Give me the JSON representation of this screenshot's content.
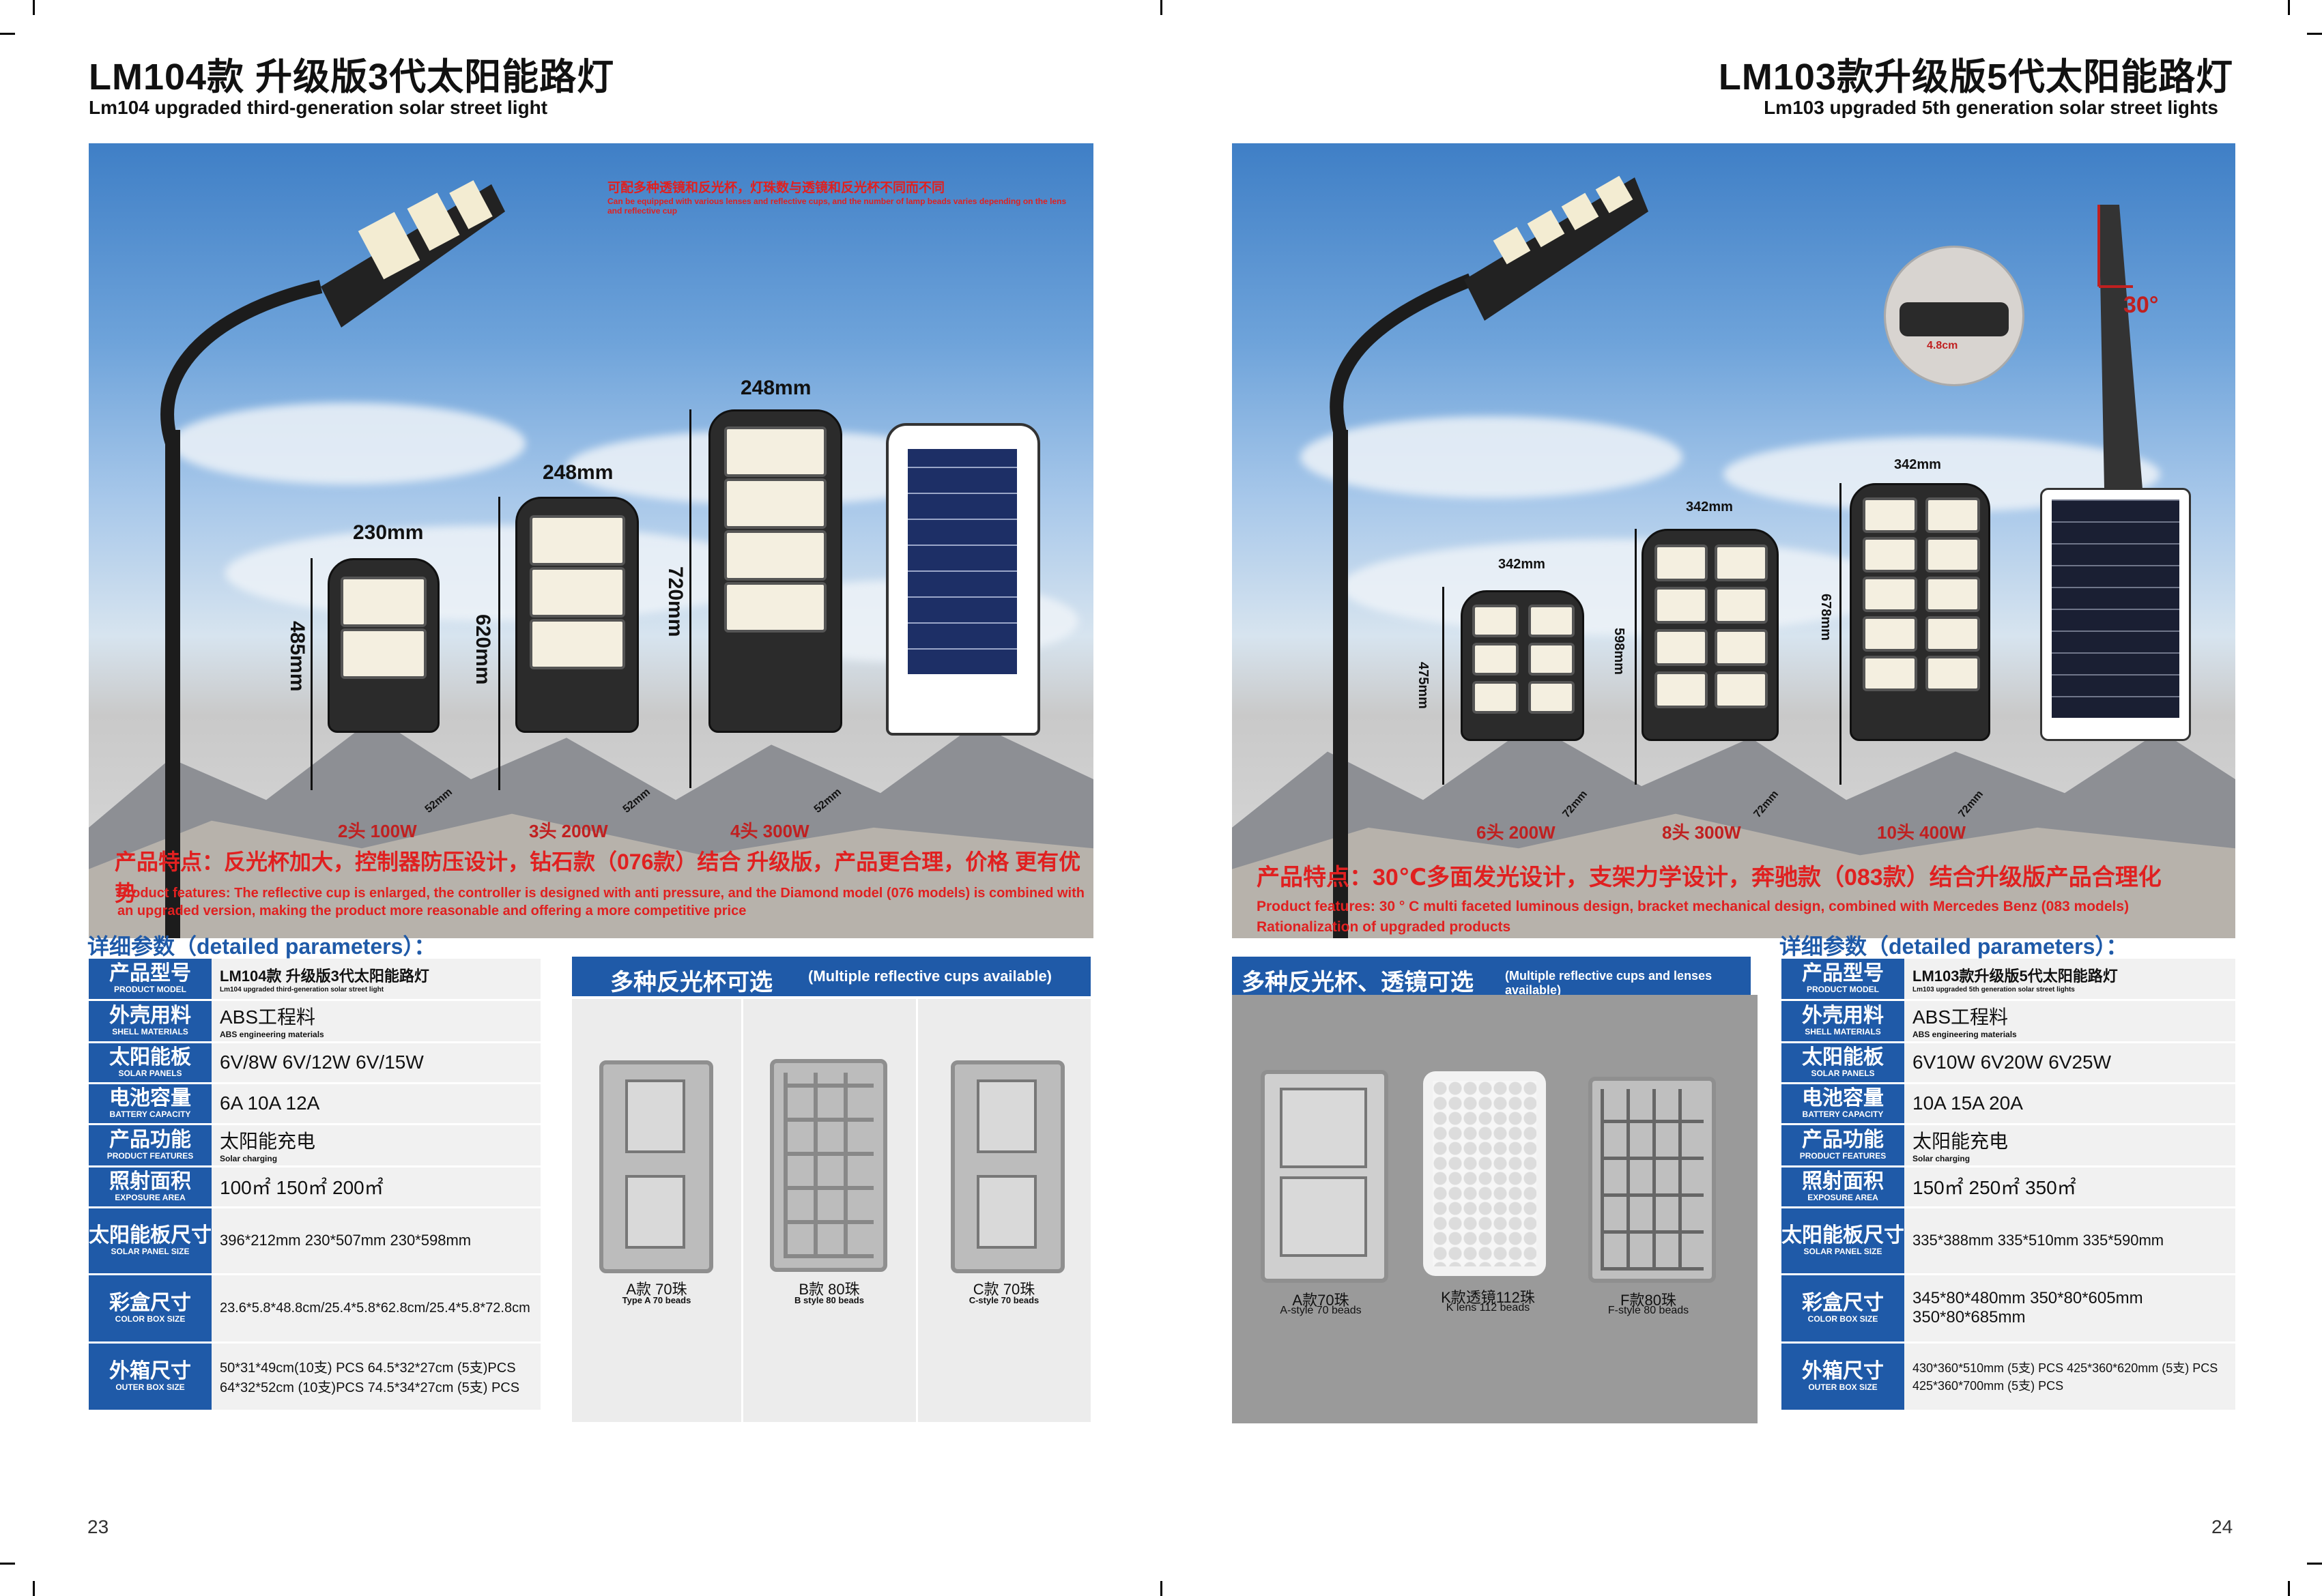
{
  "left": {
    "title_cn": "LM104款 升级版3代太阳能路灯",
    "title_en": "Lm104 upgraded third-generation solar street light",
    "note_cn": "可配多种透镜和反光杯，灯珠数与透镜和反光杯不同而不同",
    "note_en": "Can be equipped with various lenses and reflective cups, and the number of lamp beads varies depending on the lens and reflective cup",
    "dims": {
      "w1": "230mm",
      "w2": "248mm",
      "w3": "248mm",
      "h1": "485mm",
      "h2": "620mm",
      "h3": "720mm",
      "d": "52mm"
    },
    "captions": [
      "2头 100W",
      "3头 200W",
      "4头 300W"
    ],
    "features_cn": "产品特点：反光杯加大，控制器防压设计，钻石款（076款）结合 升级版，产品更合理，价格 更有优势",
    "features_en": "Product features: The reflective cup is enlarged, the controller is designed with anti pressure, and the Diamond model (076 models) is combined with an upgraded version, making the product more reasonable and offering a more competitive price",
    "params_title": "详细参数（detailed parameters）：",
    "table": [
      {
        "cn": "产品型号",
        "en": "PRODUCT MODEL",
        "v": "LM104款 升级版3代太阳能路灯",
        "sub": "Lm104 upgraded third-generation solar street light"
      },
      {
        "cn": "外壳用料",
        "en": "SHELL MATERIALS",
        "v": "ABS工程料",
        "sub": "ABS engineering materials"
      },
      {
        "cn": "太阳能板",
        "en": "SOLAR PANELS",
        "v": "6V/8W  6V/12W  6V/15W",
        "sub": ""
      },
      {
        "cn": "电池容量",
        "en": "BATTERY CAPACITY",
        "v": "6A  10A  12A",
        "sub": ""
      },
      {
        "cn": "产品功能",
        "en": "PRODUCT FEATURES",
        "v": "太阳能充电",
        "sub": "Solar charging"
      },
      {
        "cn": "照射面积",
        "en": "EXPOSURE AREA",
        "v": "100㎡  150㎡  200㎡",
        "sub": ""
      },
      {
        "cn": "太阳能板尺寸",
        "en": "SOLAR PANEL SIZE",
        "v": "396*212mm  230*507mm  230*598mm",
        "sub": ""
      },
      {
        "cn": "彩盒尺寸",
        "en": "COLOR BOX SIZE",
        "v": "23.6*5.8*48.8cm/25.4*5.8*62.8cm/25.4*5.8*72.8cm",
        "sub": ""
      },
      {
        "cn": "外箱尺寸",
        "en": "OUTER BOX SIZE",
        "v": "50*31*49cm(10支) PCS  64.5*32*27cm (5支)PCS",
        "sub": "64*32*52cm (10支)PCS  74.5*34*27cm (5支) PCS"
      }
    ],
    "cups_title_cn": "多种反光杯可选",
    "cups_title_en": "(Multiple reflective cups available)",
    "cups": [
      {
        "cn": "A款 70珠",
        "en": "Type A 70 beads"
      },
      {
        "cn": "B款 80珠",
        "en": "B style 80 beads"
      },
      {
        "cn": "C款 70珠",
        "en": "C-style 70 beads"
      }
    ],
    "page": "23"
  },
  "right": {
    "title_cn": "LM103款升级版5代太阳能路灯",
    "title_en": "Lm103 upgraded 5th generation solar street lights",
    "angle": "30°",
    "inset_dim": "4.8cm",
    "dims": {
      "w1": "342mm",
      "w2": "342mm",
      "w3": "342mm",
      "h1": "475mm",
      "h2": "598mm",
      "h3": "678mm",
      "d": "72mm"
    },
    "captions": [
      "6头 200W",
      "8头 300W",
      "10头 400W"
    ],
    "features_cn": "产品特点：30℃多面发光设计，支架力学设计，奔驰款（083款）结合升级版产品合理化",
    "features_en": "Product features: 30 ° C multi faceted luminous design, bracket mechanical design, combined with Mercedes Benz (083 models) Rationalization of upgraded products",
    "params_title": "详细参数（detailed parameters）：",
    "table": [
      {
        "cn": "产品型号",
        "en": "PRODUCT MODEL",
        "v": "LM103款升级版5代太阳能路灯",
        "sub": "Lm103 upgraded 5th generation solar street lights"
      },
      {
        "cn": "外壳用料",
        "en": "SHELL MATERIALS",
        "v": "ABS工程料",
        "sub": "ABS engineering materials"
      },
      {
        "cn": "太阳能板",
        "en": "SOLAR PANELS",
        "v": "6V10W   6V20W  6V25W",
        "sub": ""
      },
      {
        "cn": "电池容量",
        "en": "BATTERY CAPACITY",
        "v": "10A   15A   20A",
        "sub": ""
      },
      {
        "cn": "产品功能",
        "en": "PRODUCT FEATURES",
        "v": "太阳能充电",
        "sub": "Solar charging"
      },
      {
        "cn": "照射面积",
        "en": "EXPOSURE AREA",
        "v": "150㎡  250㎡  350㎡",
        "sub": ""
      },
      {
        "cn": "太阳能板尺寸",
        "en": "SOLAR PANEL SIZE",
        "v": "335*388mm  335*510mm  335*590mm",
        "sub": ""
      },
      {
        "cn": "彩盒尺寸",
        "en": "COLOR BOX SIZE",
        "v": "345*80*480mm     350*80*605mm",
        "sub": "350*80*685mm"
      },
      {
        "cn": "外箱尺寸",
        "en": "OUTER BOX SIZE",
        "v": "430*360*510mm (5支) PCS   425*360*620mm (5支) PCS",
        "sub": "425*360*700mm (5支) PCS"
      }
    ],
    "cups_title_cn": "多种反光杯、透镜可选",
    "cups_title_en": "(Multiple reflective cups and lenses available)",
    "cups": [
      {
        "cn": "A款70珠",
        "en": "A-style 70 beads"
      },
      {
        "cn": "K款透镜112珠",
        "en": "K lens 112 beads"
      },
      {
        "cn": "F款80珠",
        "en": "F-style 80 beads"
      }
    ],
    "page": "24"
  }
}
